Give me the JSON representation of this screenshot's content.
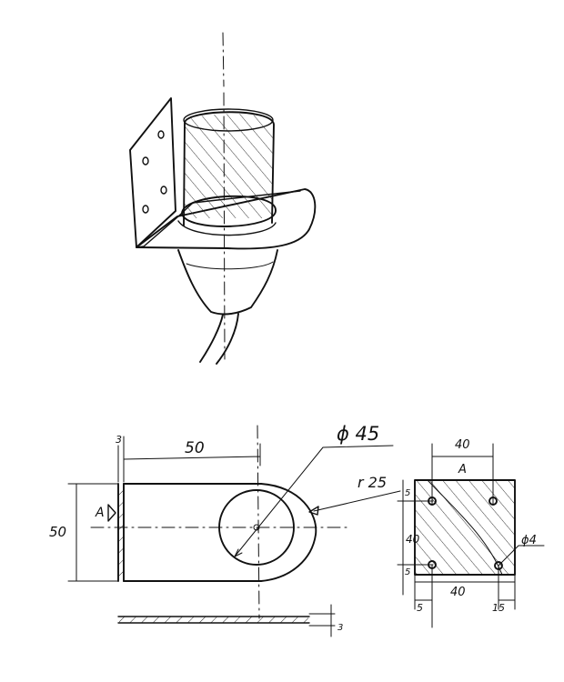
{
  "labels": {
    "width_top": "50",
    "plate_thickness": "3",
    "height_left": "50",
    "section_mark": "A",
    "diameter": "ϕ 45",
    "radius": "r 25",
    "hole_spacing_top": "40",
    "view_label": "A",
    "edge_top": "5",
    "hole_spacing_side": "40",
    "edge_bottom": "5",
    "hole_spacing_bottom": "40",
    "edge_left": "5",
    "edge_right": "15",
    "hole_diameter": "ϕ4",
    "base_thickness": "3"
  }
}
